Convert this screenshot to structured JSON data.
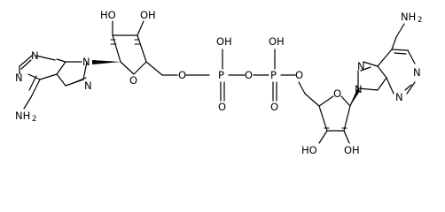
{
  "diagram": {
    "type": "chemical-structure",
    "labels": {
      "oh_c3_left": "HO",
      "oh_c2_left": "OH",
      "o_ring_left": "O",
      "o_ester_left": "O",
      "p1": "P",
      "p1_oh": "OH",
      "p1_o_double": "O",
      "o_bridge": "O",
      "p2": "P",
      "p2_oh": "OH",
      "p2_o_double": "O",
      "o_ester_right": "O",
      "o_ring_right": "O",
      "oh_c3_right": "HO",
      "oh_c2_right": "OH",
      "left_n9": "N",
      "left_n7": "N",
      "left_n1": "N",
      "left_n3": "N",
      "left_nh2": "NH",
      "left_nh2_sub": "2",
      "right_n9": "N",
      "right_n7": "N",
      "right_n1": "N",
      "right_n3": "N",
      "right_nh2": "NH",
      "right_nh2_sub": "2"
    }
  }
}
